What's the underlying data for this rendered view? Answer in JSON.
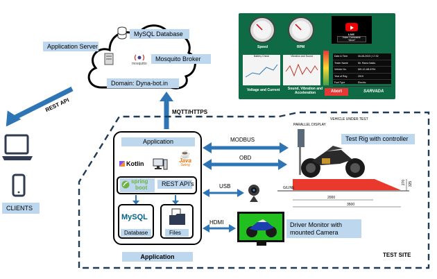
{
  "cloud": {
    "app_server_label": "Application Server",
    "mysql_label": "MySQL Database",
    "mosquitto_label": "Mosquito Broker",
    "mosquitto_icon_caption": "mosquitto",
    "domain_label": "Domain: Dyna-bot.in"
  },
  "left": {
    "rest_api_label": "REST API",
    "clients_label": "CLIENTS"
  },
  "links": {
    "mqtt_label": "MQTT/HTTPS",
    "modbus_label": "MODBUS",
    "obd_label": "OBD",
    "usb_label": "USB",
    "hdmi_label": "HDMI"
  },
  "app_box": {
    "header": "Application",
    "kotlin": "Kotlin",
    "java": "Java",
    "java_sub": "Swing",
    "spring_1": "spring",
    "spring_2": "boot",
    "rest_apis": "REST API's",
    "mysql_logo": "MySQL",
    "database_label": "Database",
    "files_label": "Files",
    "footer": "Application"
  },
  "dashboard": {
    "speed_label": "Speed",
    "rpm_label": "RPM",
    "battery_check": "Battery Check",
    "vibration_sound": "Vibration and Sound",
    "voltage_current": "Voltage and Current",
    "svsa": "Sound, Vibration and Acceleration",
    "live_label": "LIVE",
    "voice_command_label": "Voice Command:",
    "voice_command_value": "\"Abort\"",
    "abort_label": "Abort",
    "brand": "SARVADA",
    "info": [
      {
        "k": "Date & Time",
        "v": "06-08-2023 | 17:32"
      },
      {
        "k": "Tester Name",
        "v": "Mr. Rama Naidu"
      },
      {
        "k": "Vehicle No.",
        "v": "MH-12-AB-6754"
      },
      {
        "k": "Year of Reg.",
        "v": "2019"
      },
      {
        "k": "Fuel Type",
        "v": "Electric"
      }
    ]
  },
  "rig": {
    "parallel_display": "PARALLEL DISPLAY",
    "vehicle_under_test": "VEHICLE UNDER TEST",
    "gline": "G/LINE",
    "dim_2000": "2000",
    "dim_3500": "3500",
    "dim_270": "270",
    "dim_325": "325",
    "test_rig_label": "Test Rig with controller"
  },
  "monitor": {
    "label_line1": "Driver Monitor with",
    "label_line2": "mounted Camera"
  },
  "site": {
    "label": "TEST SITE"
  },
  "colors": {
    "arrow_blue": "#2e75b6",
    "label_bg": "#bdd7ee",
    "dashboard_green": "#0f6b45",
    "monitor_green": "#22c01f",
    "ramp_red": "#e8392c"
  }
}
